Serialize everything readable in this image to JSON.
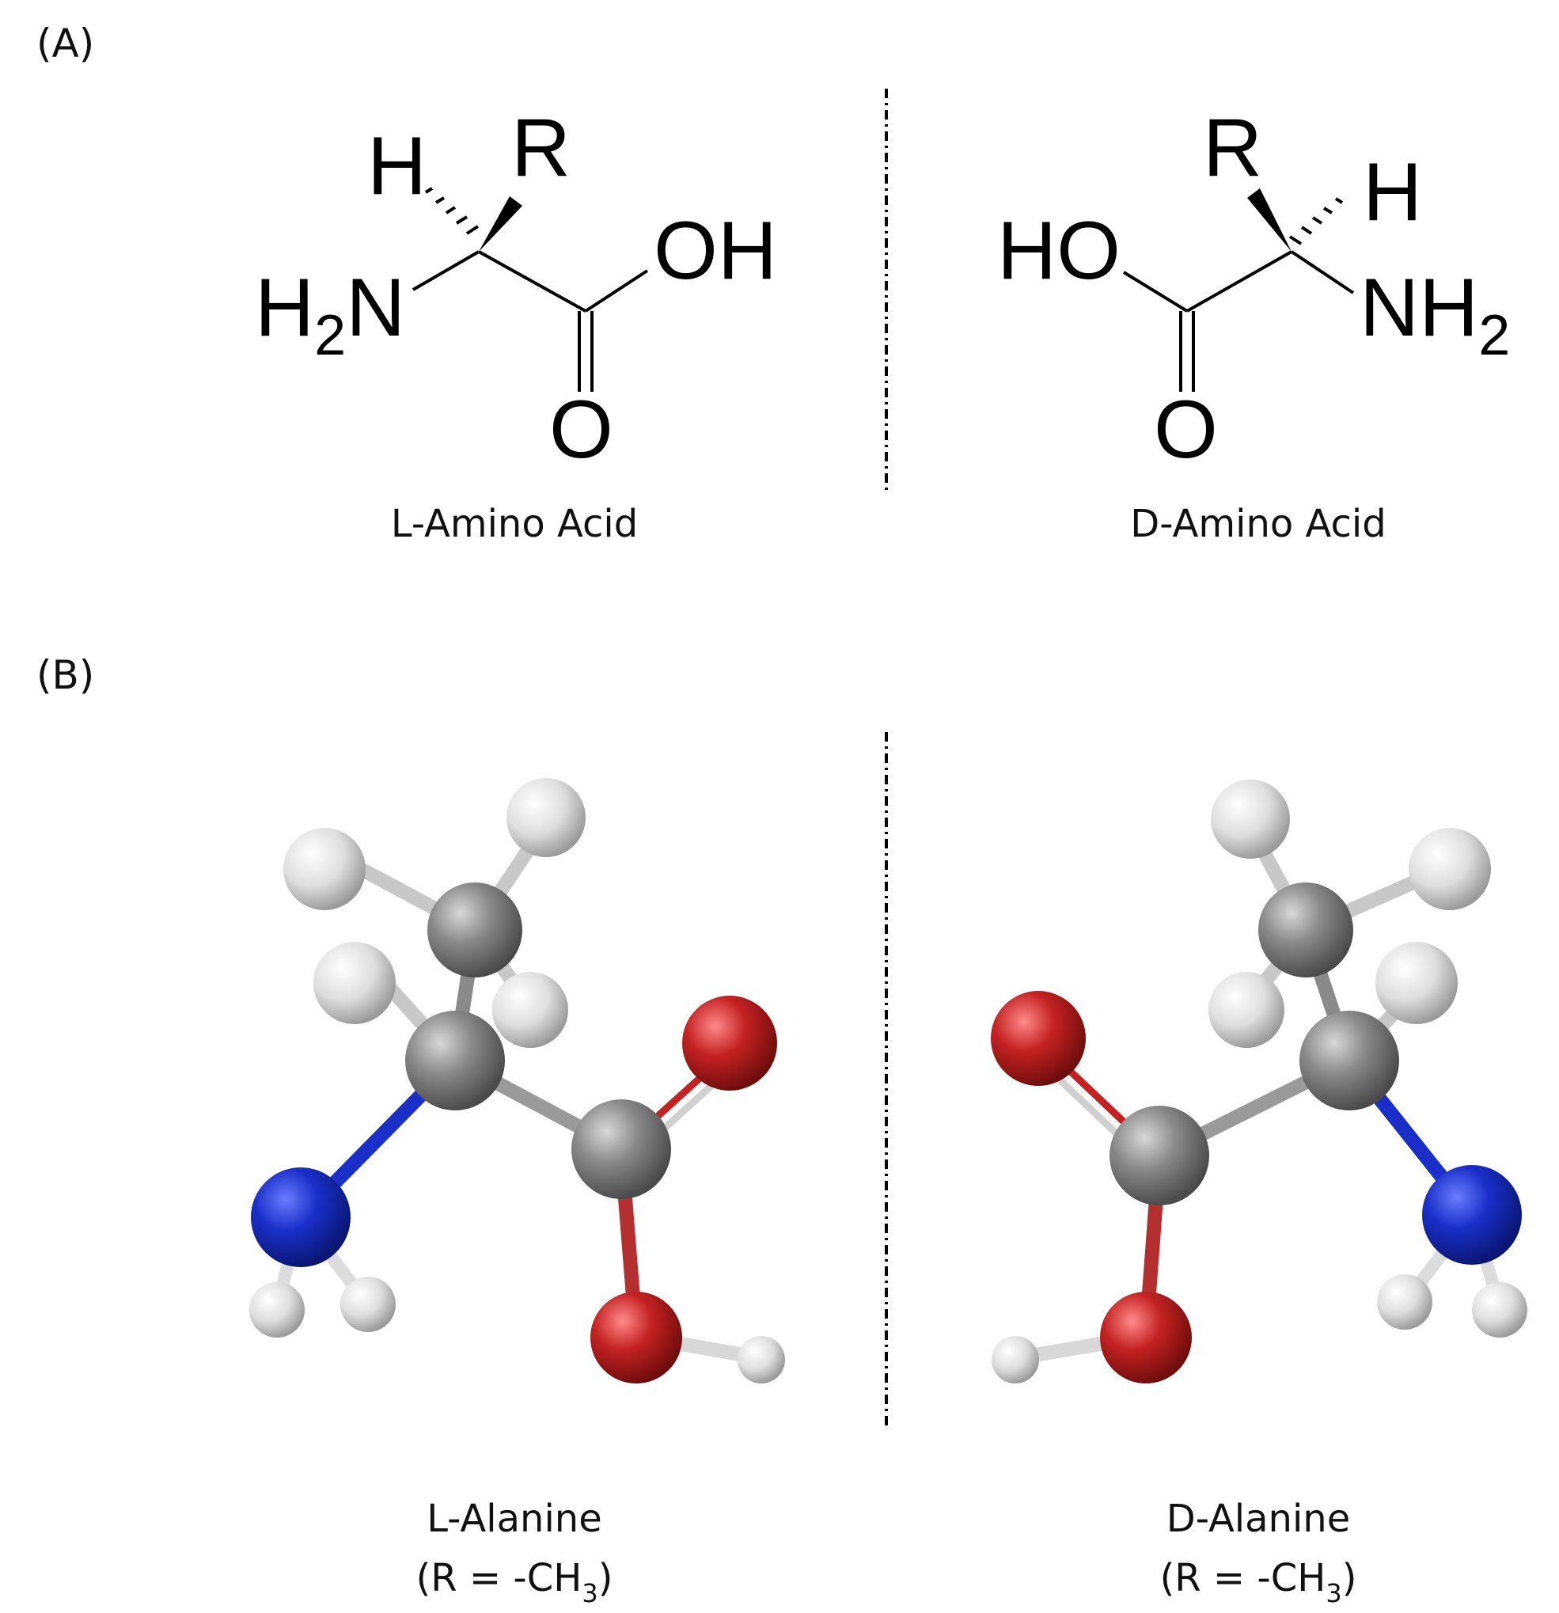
{
  "panels": {
    "a_label": "(A)",
    "b_label": "(B)"
  },
  "structures": {
    "l_amino": {
      "caption": "L-Amino Acid",
      "h": "H",
      "r": "R",
      "amine_h": "H",
      "amine_sub": "2",
      "amine_n": "N",
      "hydroxyl": "OH",
      "carbonyl_o": "O"
    },
    "d_amino": {
      "caption": "D-Amino Acid",
      "h": "H",
      "r": "R",
      "hydroxyl": "HO",
      "amine_nh": "NH",
      "amine_sub": "2",
      "carbonyl_o": "O"
    }
  },
  "models": {
    "l_alanine": {
      "caption": "L-Alanine",
      "r_prefix": "(R = -CH",
      "r_sub": "3",
      "r_suffix": ")"
    },
    "d_alanine": {
      "caption": "D-Alanine",
      "r_prefix": "(R = -CH",
      "r_sub": "3",
      "r_suffix": ")"
    }
  },
  "colors": {
    "carbon": "#7f7f7f",
    "hydrogen": "#e6e6e6",
    "nitrogen": "#1a2fc8",
    "oxygen": "#c42222"
  }
}
